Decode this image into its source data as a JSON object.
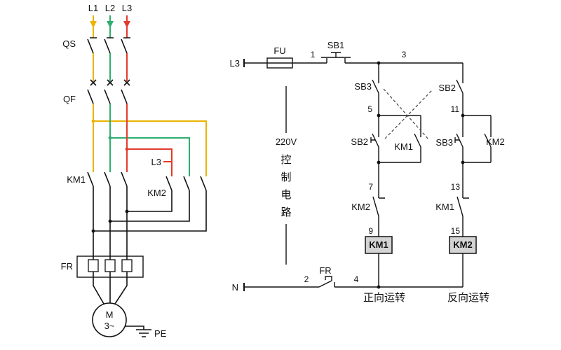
{
  "main": {
    "phases": [
      "L1",
      "L2",
      "L3"
    ],
    "qs": "QS",
    "qf": "QF",
    "km1": "KM1",
    "km2": "KM2",
    "l3_tap": "L3",
    "fr": "FR",
    "motor": "M",
    "motor_type": "3~",
    "pe": "PE"
  },
  "control": {
    "l3": "L3",
    "n": "N",
    "fu": "FU",
    "sb1": "SB1",
    "sb2": "SB2",
    "sb3": "SB3",
    "km1": "KM1",
    "km2": "KM2",
    "fr": "FR",
    "voltage": "220V",
    "circuit_name_chars": [
      "控",
      "制",
      "电",
      "路"
    ],
    "forward": "正向运转",
    "reverse": "反向运转",
    "nodes": {
      "n1": "1",
      "n2": "2",
      "n3": "3",
      "n4": "4",
      "n5": "5",
      "n7": "7",
      "n9": "9",
      "n11": "11",
      "n13": "13",
      "n15": "15"
    }
  },
  "colors": {
    "phase_l1": "#e9b400",
    "phase_l2": "#2fae6e",
    "phase_l3": "#e23b2e",
    "wire": "#111111",
    "coil_fill": "#d4d4d4"
  }
}
